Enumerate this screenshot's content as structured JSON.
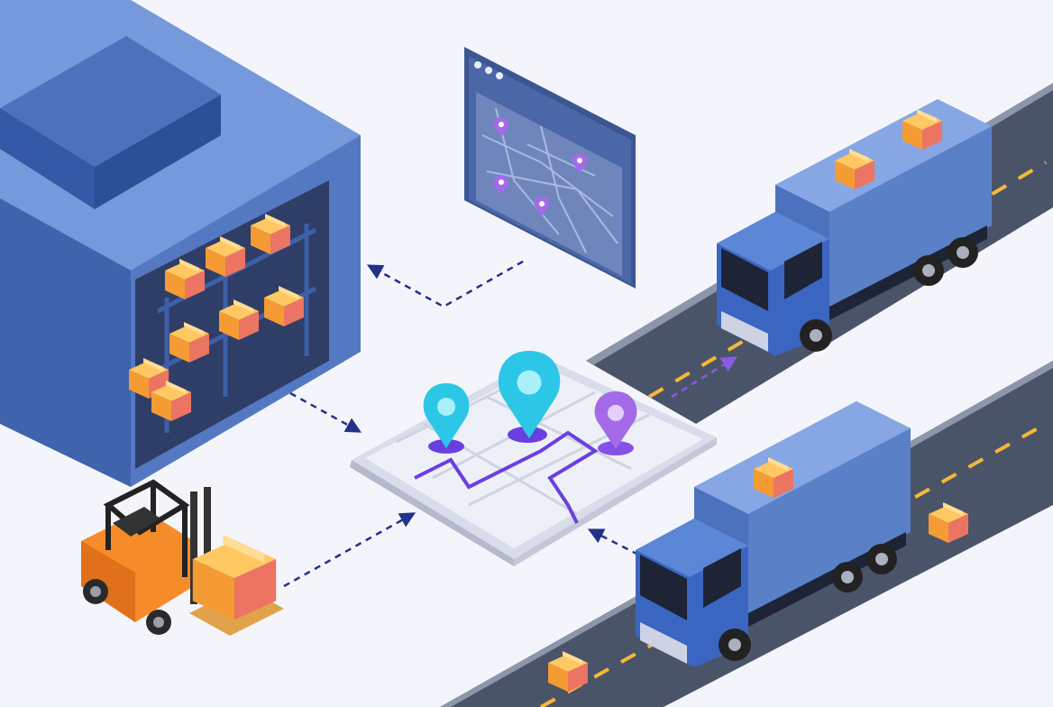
{
  "scene": {
    "kind": "isometric-logistics-illustration",
    "elements": [
      "warehouse",
      "forklift",
      "route-map-tablet",
      "map-browser-window",
      "delivery-truck",
      "delivery-truck",
      "road",
      "road",
      "location-pin",
      "parcel-box"
    ],
    "pins": {
      "count_on_tablet": 3,
      "count_on_browser_map": 4
    },
    "trucks": {
      "count": 2
    }
  },
  "palette": {
    "background": "#f4f5fb",
    "building": "#5b7fc7",
    "building_dark": "#3f63ad",
    "building_roof": "#7193d6",
    "road": "#4a5468",
    "road_dash": "#f5b83a",
    "truck_body": "#5c84cc",
    "truck_cab": "#3a66c2",
    "box": "#f6a33c",
    "box_side": "#ea7361",
    "pin_cyan": "#2cc7e6",
    "pin_purple": "#a46ae8",
    "route": "#6a3fe0",
    "arrow": "#23318a",
    "forklift": "#f68b2a"
  }
}
